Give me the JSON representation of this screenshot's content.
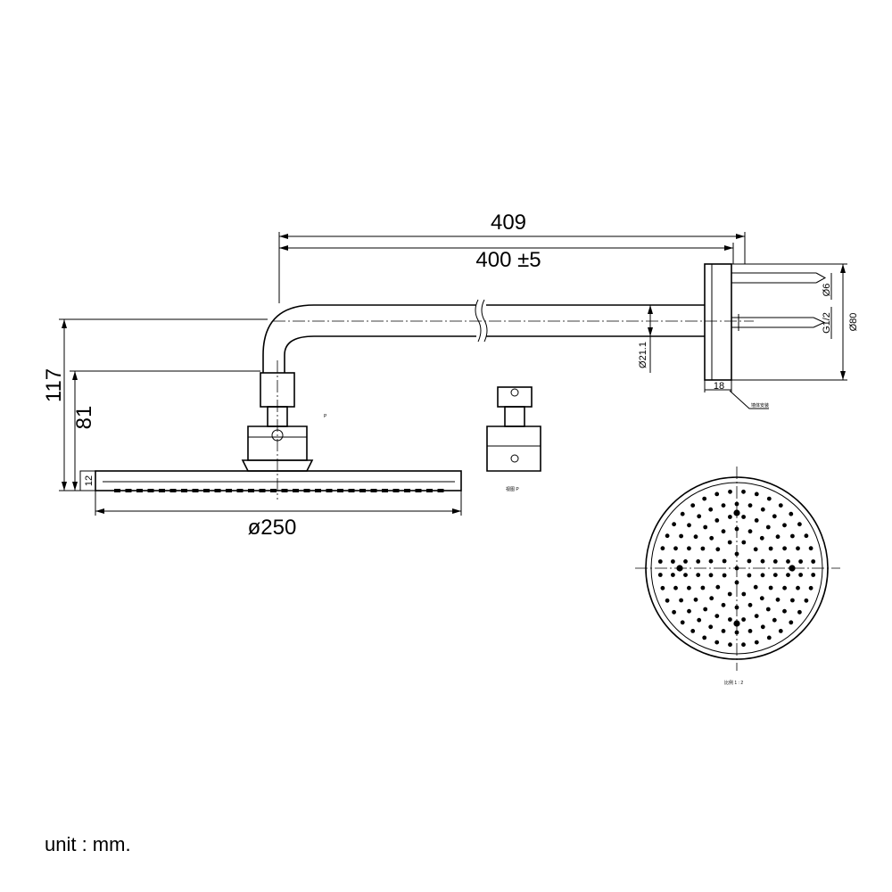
{
  "dimensions": {
    "overall_length": "409",
    "arm_length": "400 ±5",
    "total_height": "117",
    "head_height": "81",
    "plate_thickness": "12",
    "head_diameter": "ø250",
    "pipe_diameter": "Ø21.1",
    "flange_depth": "18",
    "screw_diameter": "Ø6",
    "thread": "G1/2",
    "flange_diameter": "Ø80"
  },
  "small_labels": {
    "view_label": "视图 P",
    "flange_note": "墙体安装",
    "scale_label": "比例 1 : 2",
    "view_marker": "P"
  },
  "unit_note": "unit : mm."
}
